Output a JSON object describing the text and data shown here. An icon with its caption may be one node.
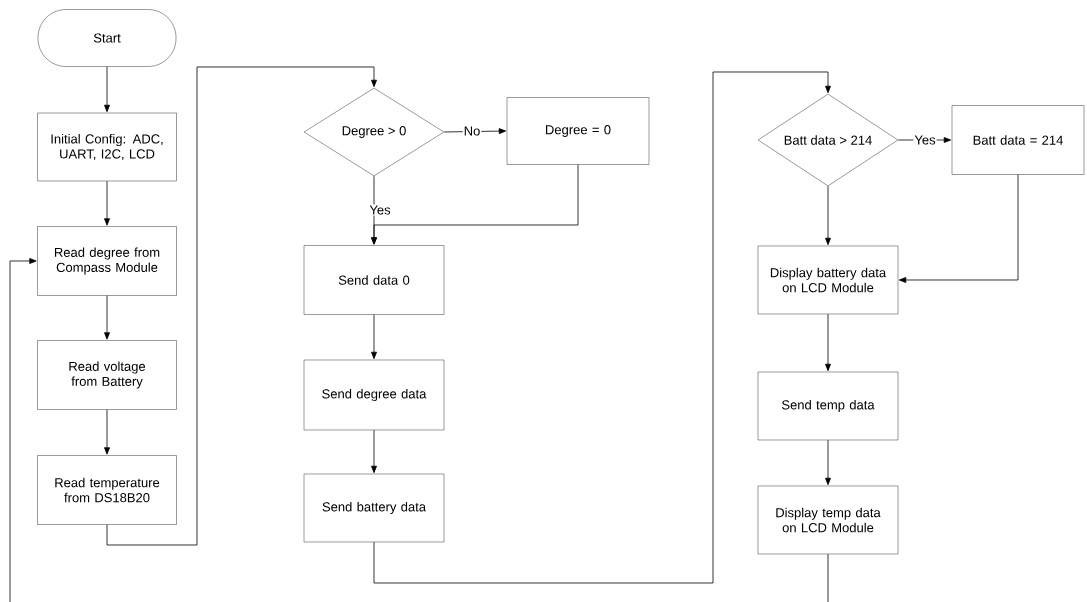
{
  "diagram": {
    "nodes": [
      {
        "text": [
          "Start"
        ]
      },
      {
        "text": [
          "Initial Config: ADC, UART, I2C, LCD"
        ]
      },
      {
        "text": [
          "Read degree from Compass Module"
        ]
      },
      {
        "text": [
          "Read voltage from Battery"
        ]
      },
      {
        "text": [
          "Read temperature from DS18B20"
        ]
      },
      {
        "text": [
          "Degree > 0"
        ]
      },
      {
        "text": [
          "Degree = 0"
        ]
      },
      {
        "text": [
          "Send data 0"
        ]
      },
      {
        "text": [
          "Send degree data"
        ]
      },
      {
        "text": [
          "Send battery data"
        ]
      },
      {
        "text": [
          "Batt data > 214"
        ]
      },
      {
        "text": [
          "Batt data = 214"
        ]
      },
      {
        "text": [
          "Display battery data on LCD Module"
        ]
      },
      {
        "text": [
          "Send temp data"
        ]
      },
      {
        "text": [
          "Display temp data on LCD Module"
        ]
      }
    ],
    "edges": [
      {
        "from": 0,
        "to": 1,
        "arrow": "to"
      },
      {
        "from": 1,
        "to": 2,
        "arrow": "to"
      },
      {
        "from": 2,
        "to": 3,
        "arrow": "to"
      },
      {
        "from": 3,
        "to": 4,
        "arrow": "to"
      },
      {
        "from": 4,
        "to": 5,
        "arrow": "to"
      },
      {
        "from": 5,
        "to": 6,
        "arrow": "to",
        "label": "No"
      },
      {
        "from": 5,
        "to": 7,
        "arrow": "to",
        "label": "Yes"
      },
      {
        "from": 6,
        "to": 7,
        "arrow": "to"
      },
      {
        "from": 7,
        "to": 8,
        "arrow": "to"
      },
      {
        "from": 8,
        "to": 9,
        "arrow": "to"
      },
      {
        "from": 9,
        "to": 10,
        "arrow": "to"
      },
      {
        "from": 10,
        "to": 11,
        "arrow": "to",
        "label": "Yes"
      },
      {
        "from": 10,
        "to": 12,
        "arrow": "to"
      },
      {
        "from": 11,
        "to": 12,
        "arrow": "to"
      },
      {
        "from": 12,
        "to": 13,
        "arrow": "to"
      },
      {
        "from": 13,
        "to": 14,
        "arrow": "to"
      },
      {
        "from": 14,
        "to": null,
        "arrow": "none"
      },
      {
        "from": null,
        "to": 2,
        "arrow": "to"
      }
    ]
  }
}
